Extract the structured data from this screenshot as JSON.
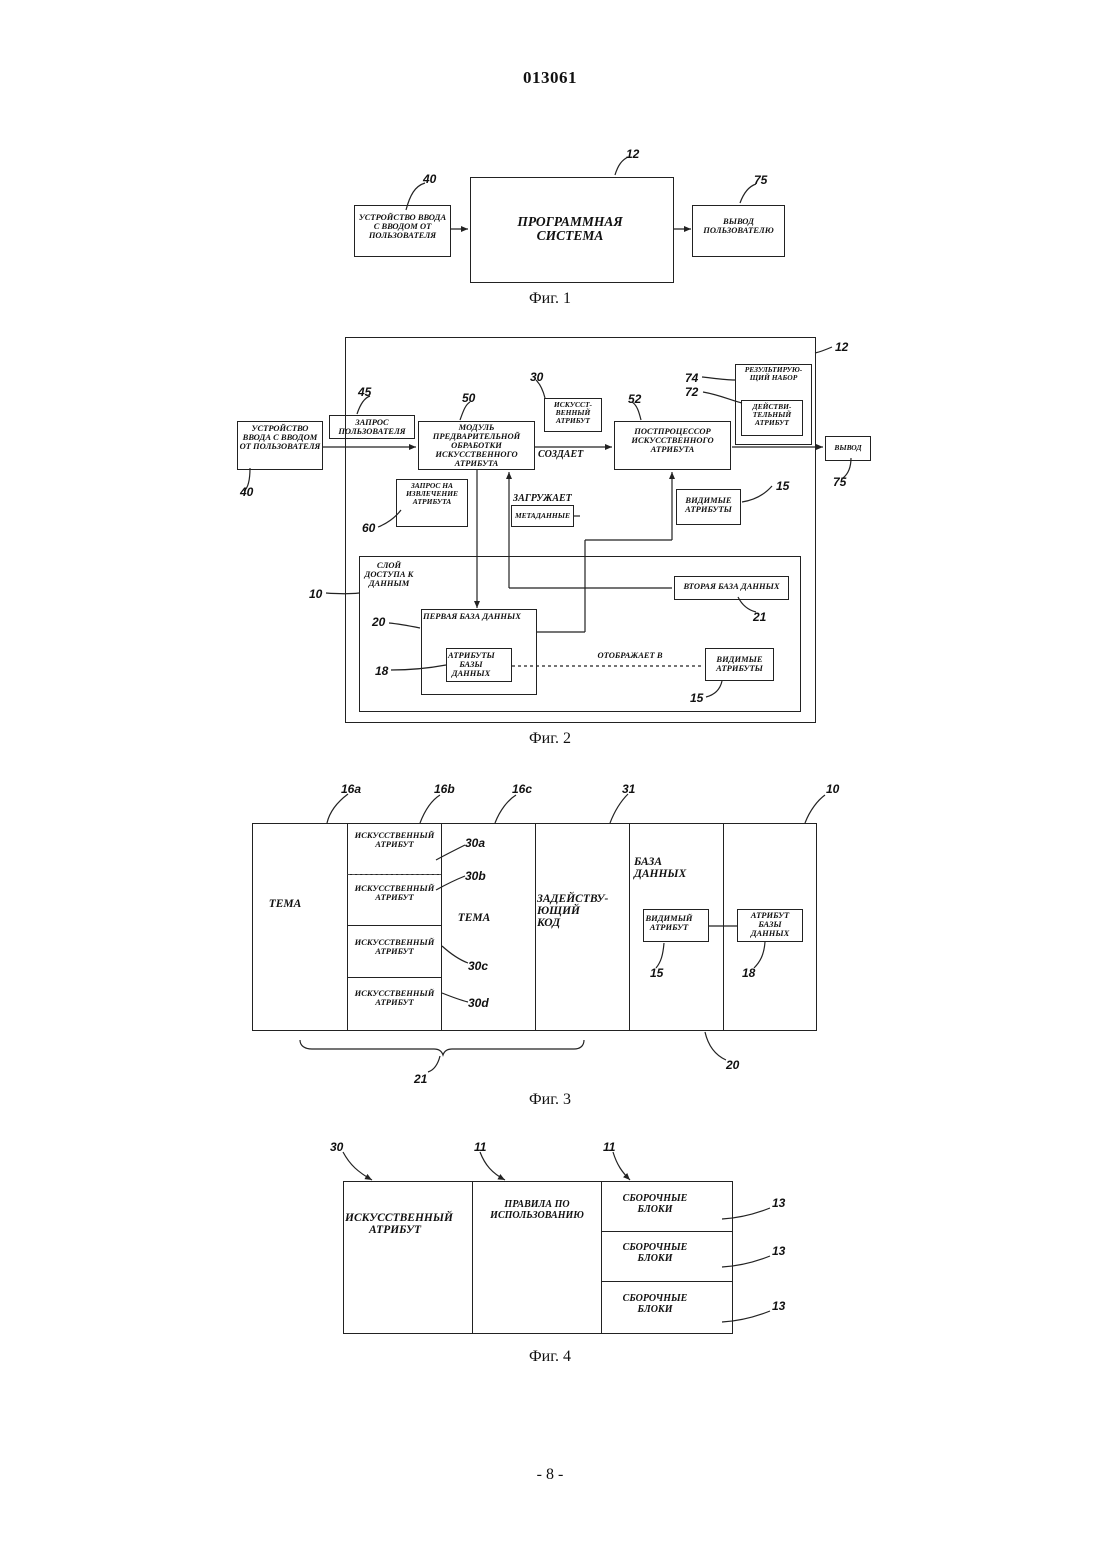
{
  "header": {
    "doc_number": "013061"
  },
  "footer": {
    "page": "- 8 -"
  },
  "fig1": {
    "caption": "Фиг. 1",
    "input_device": "УСТРОЙСТВО ВВОДА С ВВОДОМ ОТ ПОЛЬЗОВАТЕЛЯ",
    "program_system": "ПРОГРАММНАЯ СИСТЕМА",
    "output": "ВЫВОД ПОЛЬЗОВАТЕЛЮ",
    "refs": {
      "input": "40",
      "system": "12",
      "output": "75"
    }
  },
  "fig2": {
    "caption": "Фиг. 2",
    "input_device": "УСТРОЙСТВО ВВОДА С ВВОДОМ ОТ ПОЛЬЗОВАТЕЛЯ",
    "user_query": "ЗАПРОС ПОЛЬЗОВАТЕЛЯ",
    "preprocessor": "МОДУЛЬ ПРЕДВАРИТЕЛЬНОЙ ОБРАБОТКИ ИСКУССТВЕННОГО АТРИБУТА",
    "artificial_attr": "ИСКУССТ-ВЕННЫЙ АТРИБУТ",
    "postprocessor": "ПОСТПРОЦЕССОР ИСКУССТВЕННОГО АТРИБУТА",
    "result_set": "РЕЗУЛЬТИРУЮ-ЩИЙ НАБОР",
    "actual_attr": "ДЕЙСТВИ-ТЕЛЬНЫЙ АТРИБУТ",
    "output": "ВЫВОД",
    "creates": "СОЗДАЕТ",
    "loads": "ЗАГРУЖАЕТ",
    "metadata": "МЕТАДАННЫЕ",
    "attr_query": "ЗАПРОС НА ИЗВЛЕЧЕНИЕ АТРИБУТА",
    "visible_attrs_top": "ВИДИМЫЕ АТРИБУТЫ",
    "data_access_layer": "СЛОЙ ДОСТУПА К ДАННЫМ",
    "second_db": "ВТОРАЯ БАЗА ДАННЫХ",
    "first_db": "ПЕРВАЯ БАЗА ДАННЫХ",
    "db_attrs": "АТРИБУТЫ БАЗЫ ДАННЫХ",
    "maps_to": "ОТОБРАЖАЕТ В",
    "visible_attrs_bottom": "ВИДИМЫЕ АТРИБУТЫ",
    "refs": {
      "r12": "12",
      "r45": "45",
      "r50": "50",
      "r30": "30",
      "r52": "52",
      "r74": "74",
      "r72": "72",
      "r40": "40",
      "r75": "75",
      "r60": "60",
      "r15a": "15",
      "r10": "10",
      "r20": "20",
      "r21": "21",
      "r18": "18",
      "r15b": "15"
    }
  },
  "fig3": {
    "caption": "Фиг. 3",
    "theme_left": "ТЕМА",
    "art_attr_a": "ИСКУССТВЕННЫЙ АТРИБУТ",
    "art_attr_b": "ИСКУССТВЕННЫЙ АТРИБУТ",
    "art_attr_c": "ИСКУССТВЕННЫЙ АТРИБУТ",
    "art_attr_d": "ИСКУССТВЕННЫЙ АТРИБУТ",
    "theme_mid": "ТЕМА",
    "code": "ЗАДЕЙСТВУ-ЮЩИЙ КОД",
    "database": "БАЗА ДАННЫХ",
    "visible_attr": "ВИДИМЫЙ АТРИБУТ",
    "db_attr": "АТРИБУТ БАЗЫ ДАННЫХ",
    "refs": {
      "r16a": "16a",
      "r16b": "16b",
      "r16c": "16c",
      "r31": "31",
      "r10": "10",
      "r30a": "30a",
      "r30b": "30b",
      "r30c": "30c",
      "r30d": "30d",
      "r15": "15",
      "r18": "18",
      "r21": "21",
      "r20": "20"
    }
  },
  "fig4": {
    "caption": "Фиг. 4",
    "art_attr": "ИСКУССТВЕННЫЙ АТРИБУТ",
    "rules": "ПРАВИЛА ПО ИСПОЛЬЗОВАНИЮ",
    "block1": "СБОРОЧНЫЕ БЛОКИ",
    "block2": "СБОРОЧНЫЕ БЛОКИ",
    "block3": "СБОРОЧНЫЕ БЛОКИ",
    "refs": {
      "r30": "30",
      "r11a": "11",
      "r11b": "11",
      "r13a": "13",
      "r13b": "13",
      "r13c": "13"
    }
  }
}
